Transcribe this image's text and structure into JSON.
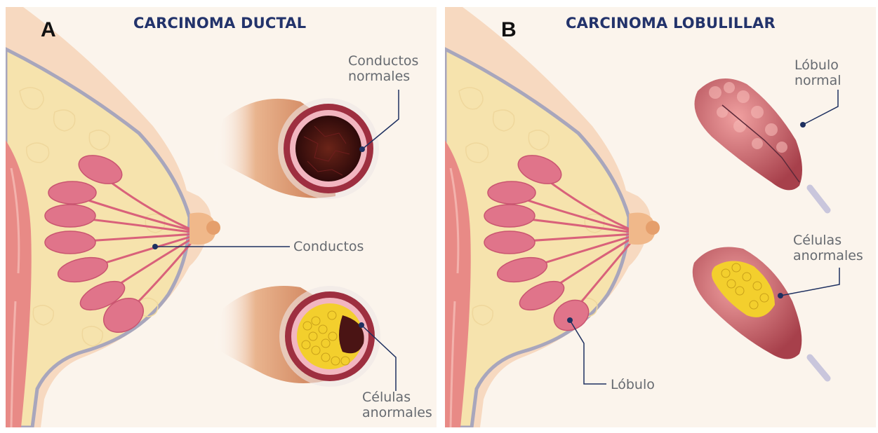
{
  "panels": [
    {
      "letter": "A",
      "title": "CARCINOMA DUCTAL",
      "labels": {
        "normal_ducts": [
          "Conductos",
          "normales"
        ],
        "ducts": "Conductos",
        "abnormal_cells": [
          "Células",
          "anormales"
        ]
      }
    },
    {
      "letter": "B",
      "title": "CARCINOMA LOBULILLAR",
      "labels": {
        "normal_lobule": [
          "Lóbulo",
          "normal"
        ],
        "abnormal_cells": [
          "Células",
          "anormales"
        ],
        "lobule": "Lóbulo"
      }
    }
  ],
  "colors": {
    "background": "#fbf4ec",
    "skin": "#f7d9c0",
    "fat": "#f6e3ad",
    "outline": "#a8a6bc",
    "muscle": "#e88a86",
    "lobule": "#e0748a",
    "duct_wall": "#9e2f40",
    "lumen": "#4a1414",
    "abnormal_cells": "#f3cf2d",
    "title": "#23336b",
    "label": "#666a70",
    "leader": "#1e3060"
  }
}
